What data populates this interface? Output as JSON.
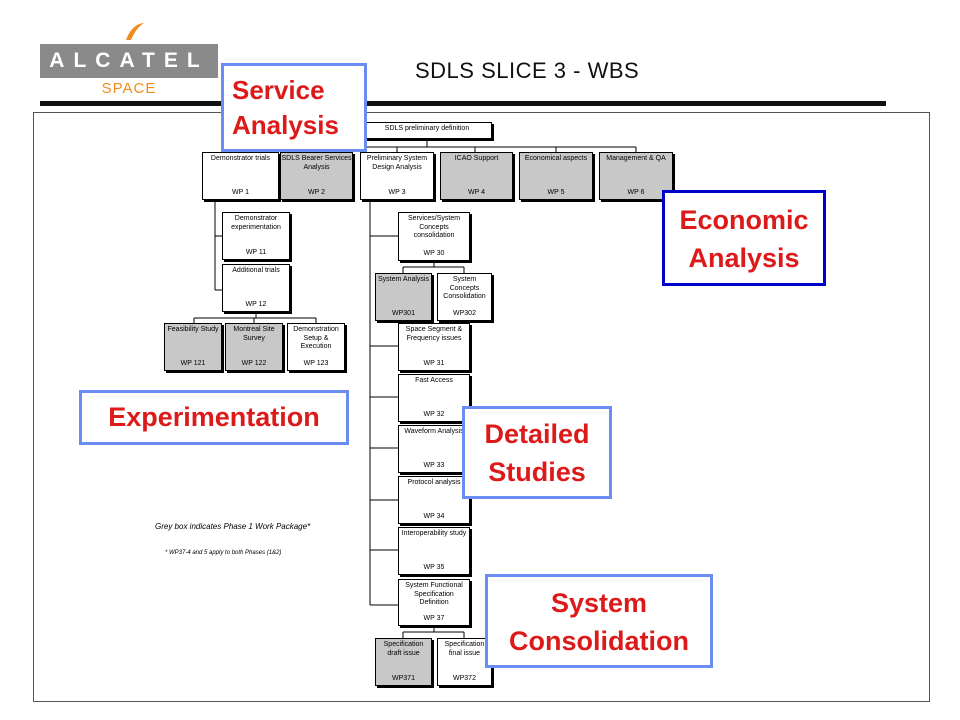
{
  "logo": {
    "wordmark": "ALCATEL",
    "sub": "SPACE",
    "colors": {
      "bar": "#8a8a8a",
      "sub": "#f08c1e"
    }
  },
  "title": "SDLS SLICE 3 - WBS",
  "root": {
    "label": "SDLS preliminary definition"
  },
  "wp_level1": [
    {
      "label": "Demonstrator trials",
      "wp": "WP 1",
      "grey": false
    },
    {
      "label": "SDLS Bearer Services Analysis",
      "wp": "WP 2",
      "grey": true
    },
    {
      "label": "Preliminary System Design Analysis",
      "wp": "WP 3",
      "grey": false
    },
    {
      "label": "ICAO Support",
      "wp": "WP 4",
      "grey": true
    },
    {
      "label": "Economical aspects",
      "wp": "WP 5",
      "grey": true
    },
    {
      "label": "Management & QA",
      "wp": "WP 6",
      "grey": true
    }
  ],
  "wp1_children": [
    {
      "label": "Demonstrator experimentation",
      "wp": "WP 11",
      "grey": false
    },
    {
      "label": "Additional trials",
      "wp": "WP 12",
      "grey": false
    }
  ],
  "wp12_children": [
    {
      "label": "Feasibility Study",
      "wp": "WP 121",
      "grey": true
    },
    {
      "label": "Montreal Site Survey",
      "wp": "WP 122",
      "grey": true
    },
    {
      "label": "Demonstration Setup & Execution",
      "wp": "WP 123",
      "grey": false
    }
  ],
  "wp3_children": [
    {
      "label": "Services/System Concepts consolidation",
      "wp": "WP 30",
      "grey": false
    },
    {
      "label": "Space Segment & Frequency issues",
      "wp": "WP 31",
      "grey": false
    },
    {
      "label": "Fast Access",
      "wp": "WP 32",
      "grey": false
    },
    {
      "label": "Waveform Analysis",
      "wp": "WP 33",
      "grey": false
    },
    {
      "label": "Protocol analysis",
      "wp": "WP 34",
      "grey": false
    },
    {
      "label": "Interoperability study",
      "wp": "WP 35",
      "grey": false
    },
    {
      "label": "System Functional Specification Definition",
      "wp": "WP 37",
      "grey": false
    }
  ],
  "wp30_children": [
    {
      "label": "System Analysis",
      "wp": "WP301",
      "grey": true
    },
    {
      "label": "System Concepts Consolidation",
      "wp": "WP302",
      "grey": false
    }
  ],
  "wp37_children": [
    {
      "label": "Specification draft issue",
      "wp": "WP371",
      "grey": true
    },
    {
      "label": "Specification final issue",
      "wp": "WP372",
      "grey": false
    }
  ],
  "notes": {
    "legend": "Grey box indicates Phase 1 Work Package*",
    "footnote": "* WP37-4 and 5 apply to both Phases (1&2)"
  },
  "callouts": {
    "service": {
      "line1": "Service",
      "line2": "Analysis",
      "border": "#6b8cf0"
    },
    "economic": {
      "line1": "Economic",
      "line2": "Analysis",
      "border": "#0000cc"
    },
    "experimentation": {
      "line1": "Experimentation",
      "border": "#6b8cf0"
    },
    "detailed": {
      "line1": "Detailed",
      "line2": "Studies",
      "border": "#6b8cf0"
    },
    "consolidation": {
      "line1": "System",
      "line2": "Consolidation",
      "border": "#6b8cf0"
    },
    "text_color": "#dd1a1a"
  }
}
